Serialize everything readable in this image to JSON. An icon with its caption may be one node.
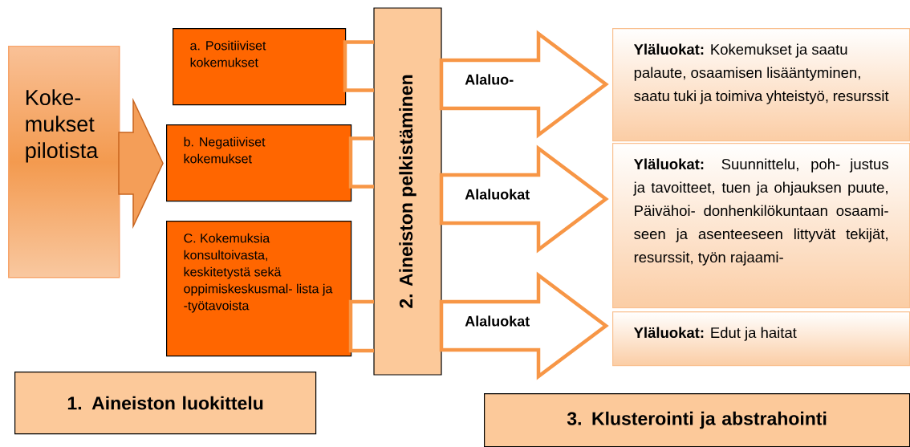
{
  "diagram": {
    "nodes": [
      {
        "text": [
          "Koke- mukset pilotista"
        ]
      },
      {
        "text": [
          "a. Positiiviset kokemukset"
        ]
      },
      {
        "text": [
          "b. Negatiiviset kokemukset"
        ]
      },
      {
        "text": [
          "C. Kokemuksia konsultoivasta, keskitetystä sekä oppimiskeskusmal- lista ja -työtavoista"
        ]
      },
      {
        "text": [
          "2. Aineiston pelkistäminen"
        ]
      },
      {
        "text": [
          "**Yläluokat:** Kokemukset ja saatu palaute, osaamisen lisääntyminen, saatu tuki ja toimiva yhteistyö, resurssit"
        ]
      },
      {
        "text": [
          "**Yläluokat:** Suunnittelu, poh- justus ja tavoitteet, tuen ja ohjauksen puute, Päivähoi- donhenkilökuntaan osaami- seen ja asenteeseen littyvät tekijät, resurssit, työn rajaami-"
        ]
      },
      {
        "text": [
          "**Yläluokat:** Edut ja haitat"
        ]
      },
      {
        "text": [
          "1. Aineiston luokittelu"
        ]
      },
      {
        "text": [
          "3. Klusterointi ja abstrahointi"
        ]
      }
    ],
    "edges": [
      {
        "from": 0,
        "to": 2,
        "arrow": "to"
      },
      {
        "from": 1,
        "to": 4,
        "arrow": "none"
      },
      {
        "from": 2,
        "to": 4,
        "arrow": "none"
      },
      {
        "from": 3,
        "to": 4,
        "arrow": "none"
      },
      {
        "from": 4,
        "to": 5,
        "arrow": "to",
        "label": "Alaluo-"
      },
      {
        "from": 4,
        "to": 6,
        "arrow": "to",
        "label": "Alaluokat"
      },
      {
        "from": 4,
        "to": 7,
        "arrow": "to",
        "label": "Alaluokat"
      }
    ]
  }
}
